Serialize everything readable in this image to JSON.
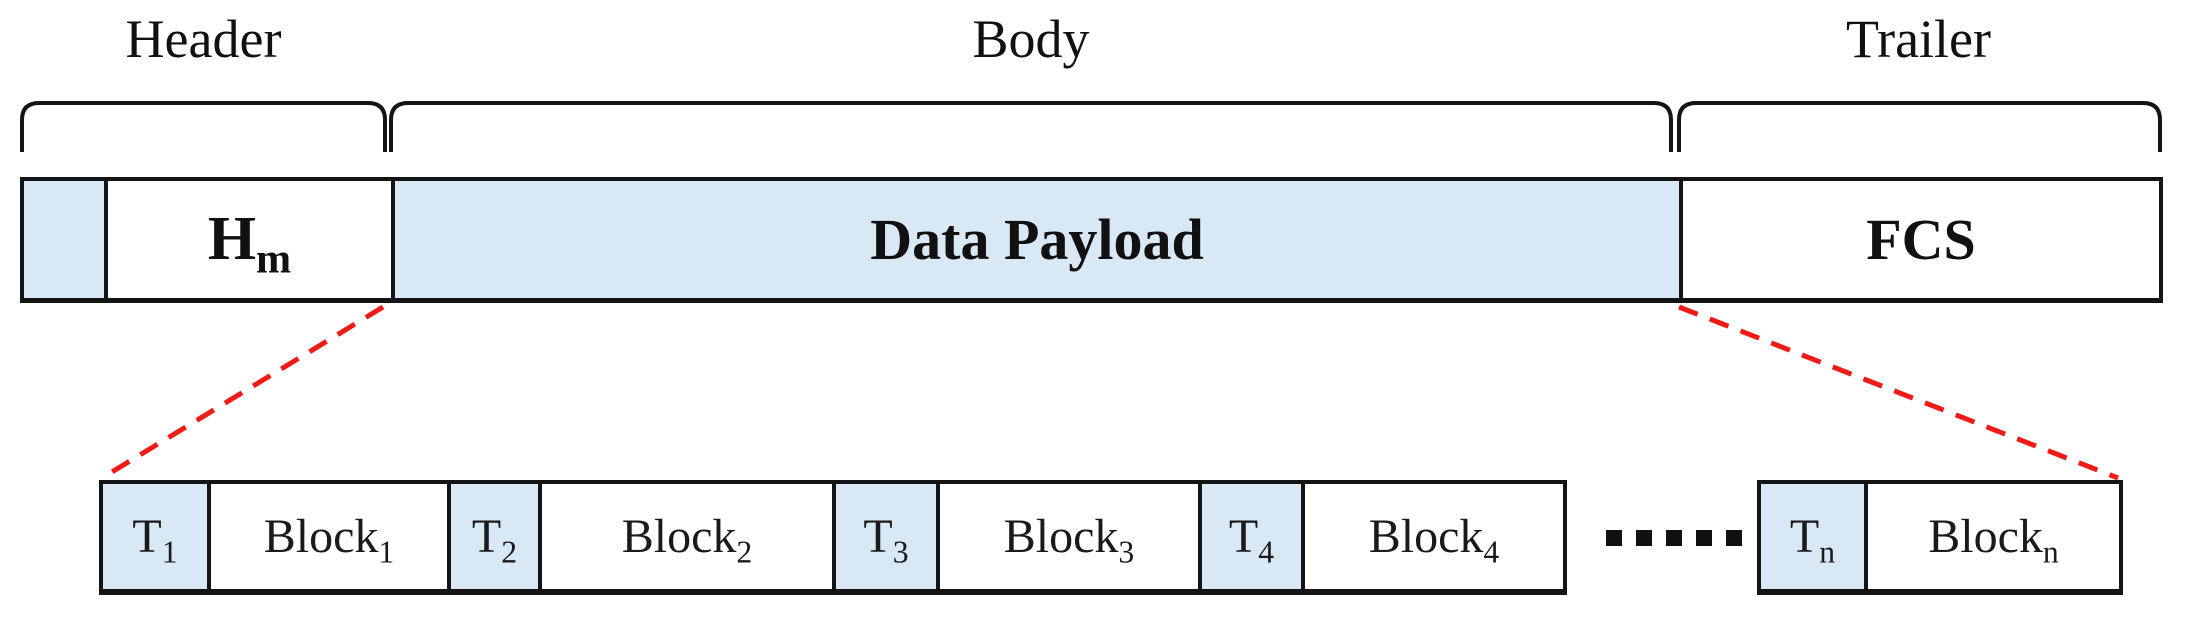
{
  "diagram": {
    "title_hint": "frame structure with expanded data payload",
    "section_labels": {
      "header": {
        "text": "Header"
      },
      "body": {
        "text": "Body"
      },
      "trailer": {
        "text": "Trailer"
      }
    },
    "frame_bar": {
      "segments": [
        {
          "name": "leading-field",
          "label": "",
          "fill": "blue"
        },
        {
          "name": "mac-header",
          "label": "H",
          "sub": "m",
          "fill": "white"
        },
        {
          "name": "data-payload",
          "label": "Data Payload",
          "fill": "blue"
        },
        {
          "name": "fcs",
          "label": "FCS",
          "fill": "white"
        }
      ]
    },
    "payload_expansion": {
      "cells": [
        {
          "kind": "tag",
          "label": "T",
          "sub": "1"
        },
        {
          "kind": "block",
          "label": "Block",
          "sub": "1"
        },
        {
          "kind": "tag",
          "label": "T",
          "sub": "2"
        },
        {
          "kind": "block",
          "label": "Block",
          "sub": "2"
        },
        {
          "kind": "tag",
          "label": "T",
          "sub": "3"
        },
        {
          "kind": "block",
          "label": "Block",
          "sub": "3"
        },
        {
          "kind": "tag",
          "label": "T",
          "sub": "4"
        },
        {
          "kind": "block",
          "label": "Block",
          "sub": "4"
        }
      ],
      "ellipsis_dot_count": 5,
      "tail_cells": [
        {
          "kind": "tag",
          "label": "T",
          "sub": "n"
        },
        {
          "kind": "block",
          "label": "Block",
          "sub": "n"
        }
      ]
    },
    "colors": {
      "segment_fill_blue": "#d9e8f5",
      "border_black": "#141414",
      "expansion_line_red": "#ee1b17",
      "text": "#111111"
    }
  }
}
